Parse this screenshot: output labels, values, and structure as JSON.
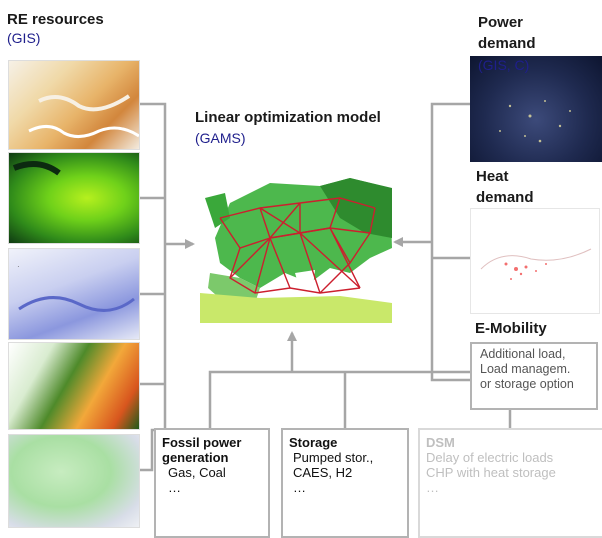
{
  "re_resources": {
    "title": "RE resources",
    "sub": "(GIS)"
  },
  "model": {
    "title": "Linear optimization model",
    "sub": "(GAMS)"
  },
  "power_demand": {
    "title_line1": "Power",
    "title_line2": "demand",
    "sub": "(GIS, C)"
  },
  "heat_demand": {
    "title_line1": "Heat",
    "title_line2": "demand"
  },
  "e_mobility": {
    "title": "E-Mobility",
    "lines": [
      "Additional load,",
      "Load managem.",
      "or storage option"
    ]
  },
  "fossil": {
    "title_line1": "Fossil power",
    "title_line2": "generation",
    "lines": [
      "Gas, Coal",
      "…"
    ]
  },
  "storage": {
    "title": "Storage",
    "lines": [
      "Pumped stor.,",
      "CAES, H2",
      "…"
    ]
  },
  "dsm": {
    "title": "DSM",
    "lines": [
      "Delay of electric loads",
      "CHP with heat storage",
      "…"
    ]
  },
  "colors": {
    "connector": "#a6a6a6",
    "sub_text": "#1f1f8c",
    "network_line": "#cc1f2e",
    "map_green": "#4db84d"
  }
}
